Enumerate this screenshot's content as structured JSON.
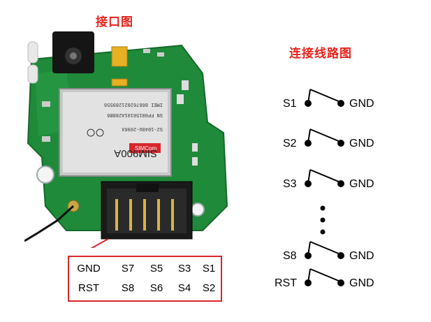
{
  "titles": {
    "interface": "接口图",
    "wiring": "连接线路图"
  },
  "module": {
    "chip_brand": "SIMCom",
    "chip_model": "SIM900A",
    "chip_line1": "IMEI 866762021289556",
    "chip_line2": "SN FP00150101A288B6",
    "chip_line3": "S2-1040U-2096X"
  },
  "header_pinout": {
    "top_row": [
      "GND",
      "S7",
      "S5",
      "S3",
      "S1"
    ],
    "bottom_row": [
      "RST",
      "S8",
      "S6",
      "S4",
      "S2"
    ]
  },
  "switches": [
    {
      "left": "S1",
      "right": "GND"
    },
    {
      "left": "S2",
      "right": "GND"
    },
    {
      "left": "S3",
      "right": "GND"
    },
    {
      "left": "S8",
      "right": "GND"
    },
    {
      "left": "RST",
      "right": "GND"
    }
  ],
  "colors": {
    "title_red": "#e8221c",
    "callout_border": "#d9262a",
    "pcb_green": "#1f8a3a",
    "connector_black": "#1a1a1a"
  }
}
